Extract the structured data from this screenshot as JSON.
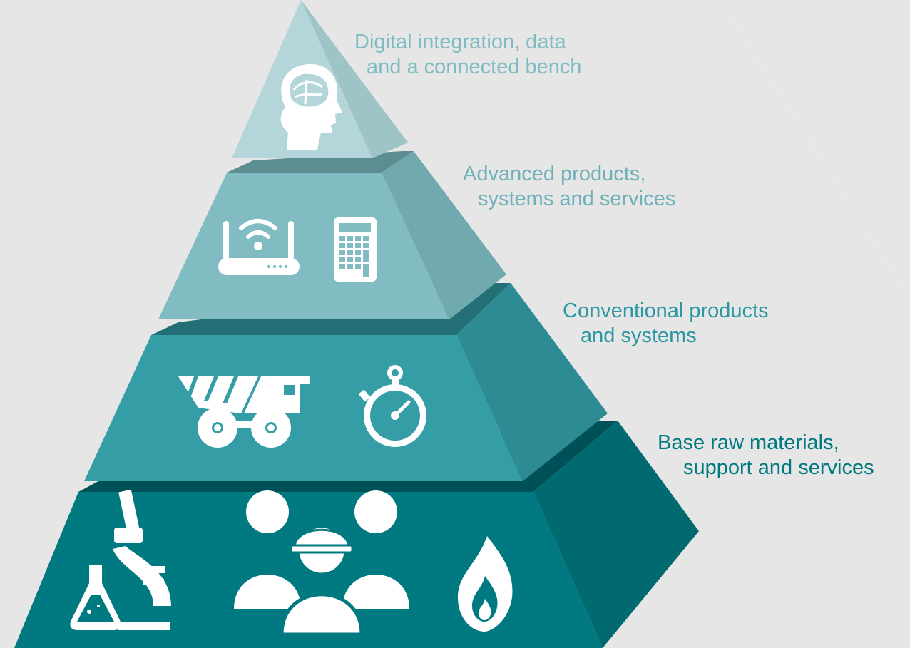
{
  "colors": {
    "background_shape": "#e6e6e6",
    "tier1_front": "#b4d6da",
    "tier1_side": "#9fc4c7",
    "tier1_text": "#7fbcc2",
    "tier2_front": "#80bcc2",
    "tier2_side": "#70a9ae",
    "tier2_top": "#5c8d90",
    "tier2_text": "#6eb1b8",
    "tier3_front": "#359da6",
    "tier3_side": "#2d8b93",
    "tier3_top": "#236f76",
    "tier3_text": "#2b98a1",
    "tier4_front": "#007a80",
    "tier4_side": "#006a70",
    "tier4_top": "#005157",
    "tier4_text": "#007a80",
    "icon": "#ffffff"
  },
  "tiers": [
    {
      "level": "top",
      "label_line1": "Digital integration, data",
      "label_line2": "and a connected bench",
      "icons": [
        "brain-head-icon"
      ]
    },
    {
      "level": "second",
      "label_line1": "Advanced products,",
      "label_line2": "systems and services",
      "icons": [
        "wifi-router-icon",
        "calculator-icon"
      ]
    },
    {
      "level": "third",
      "label_line1": "Conventional products",
      "label_line2": "and systems",
      "icons": [
        "dump-truck-icon",
        "stopwatch-icon"
      ]
    },
    {
      "level": "base",
      "label_line1": "Base raw materials,",
      "label_line2": "support and services",
      "icons": [
        "microscope-icon",
        "workers-icon",
        "flame-icon"
      ]
    }
  ]
}
